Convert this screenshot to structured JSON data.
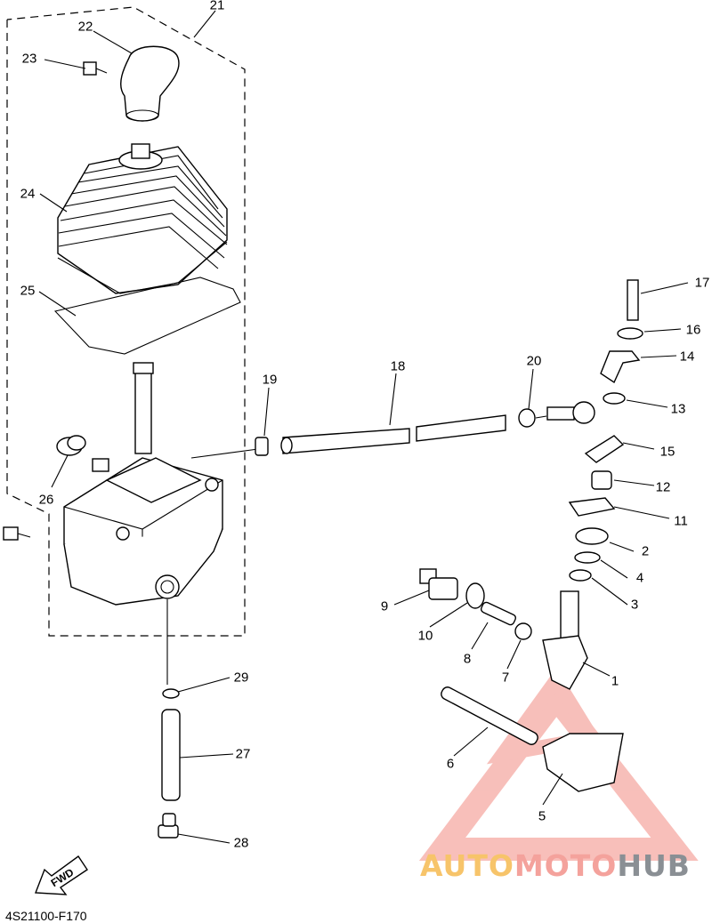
{
  "callouts": [
    "1",
    "2",
    "3",
    "4",
    "5",
    "6",
    "7",
    "8",
    "9",
    "10",
    "11",
    "12",
    "13",
    "14",
    "15",
    "16",
    "17",
    "18",
    "19",
    "20",
    "21",
    "22",
    "23",
    "24",
    "25",
    "26",
    "27",
    "28",
    "29"
  ],
  "diagram_code": "4S21100-F170",
  "fwd_label": "FWD",
  "watermark": {
    "part1": "AUTO",
    "part2": "MOTO",
    "part3": "HUB"
  },
  "colors": {
    "watermark_triangle": "#f28b82",
    "watermark_auto": "#f7c46a",
    "watermark_moto": "#f4a29c",
    "watermark_hub": "#8a8f94"
  }
}
